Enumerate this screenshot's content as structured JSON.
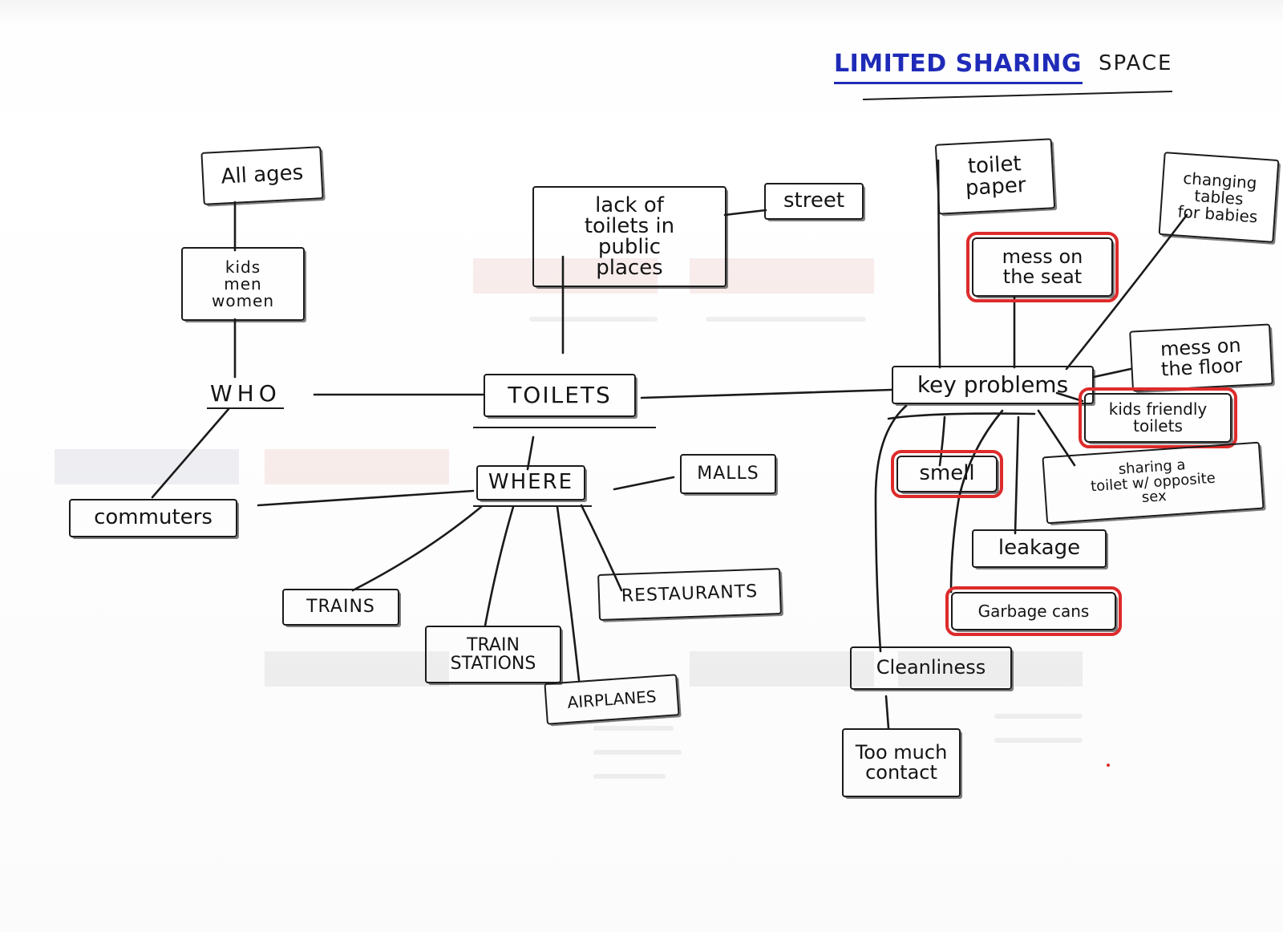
{
  "title": {
    "main": "LIMITED SHARING",
    "sub": "SPACE"
  },
  "hubs": {
    "toilets": "TOILETS",
    "who": "WHO",
    "where": "WHERE",
    "key_problems": "key problems"
  },
  "who": {
    "all_ages": "All ages",
    "groups": "kids\nmen\nwomen",
    "commuters": "commuters"
  },
  "lack": {
    "lack_of_toilets": "lack of\ntoilets  in\npublic\nplaces",
    "street": "street"
  },
  "where": {
    "malls": "MALLS",
    "trains": "TRAINS",
    "train_stations": "TRAIN\nSTATIONS",
    "airplanes": "AIRPLANES",
    "restaurants": "RESTAURANTS"
  },
  "problems": {
    "toilet_paper": "toilet\npaper",
    "mess_on_seat": "mess on\nthe seat",
    "changing_tables": "changing\ntables\nfor babies",
    "mess_on_floor": "mess on\nthe floor",
    "kids_friendly": "kids friendly\ntoilets",
    "smell": "smell",
    "sharing": "sharing a\ntoilet w/ opposite\nsex",
    "leakage": "leakage",
    "garbage_cans": "Garbage cans",
    "cleanliness": "Cleanliness",
    "too_much_contact": "Too much\ncontact"
  },
  "colors": {
    "ink": "#1b1b1b",
    "highlight": "#dd2b2b",
    "title_blue": "#1f2bb8"
  }
}
